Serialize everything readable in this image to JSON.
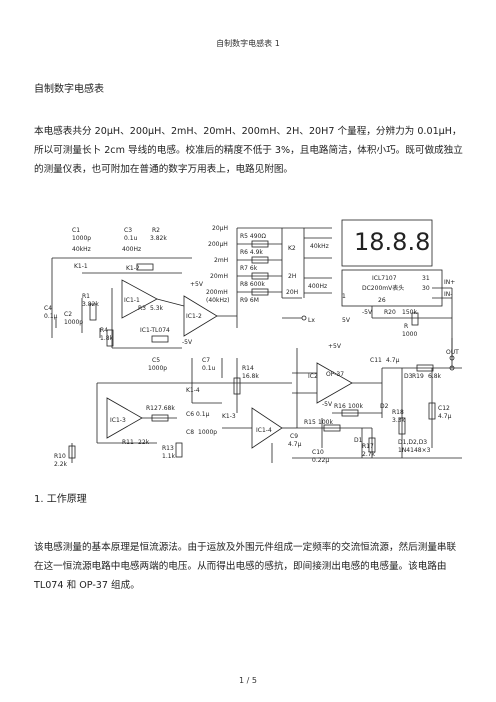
{
  "header": {
    "title": "自制数字电感表 1"
  },
  "heading": "自制数字电感表",
  "intro": "本电感表共分 20μH、200μH、2mH、20mH、200mH、2H、20H7 个量程，分辨力为 0.01μH，所以可测量长卜 2cm 导线的电感。校准后的精度不低于 3%，且电路简洁，体积小巧。既可做成独立的测量仪表，也可附加在普通的数字万用表上，电路见附图。",
  "schematic": {
    "display": "18.8.8",
    "labels": {
      "c1": "C1",
      "c1v": "1000p",
      "c3": "C3",
      "c3v": "0.1u",
      "r2": "R2",
      "r2v": "3.82k",
      "k1_1": "K1-1",
      "f40k": "40kHz",
      "f400": "400Hz",
      "k1_2": "K1-2",
      "r1": "R1",
      "r1v": "3.82k",
      "c4": "C4",
      "c4v": "0.1μ",
      "c2": "C2",
      "c2v": "1000p",
      "r4": "R4",
      "r4v": "1.8k",
      "ic1_1": "IC1-1",
      "r3": "R3",
      "r3v": "5.3k",
      "ic1_tl": "IC1-TL074",
      "plus5": "+5V",
      "ic1_2": "IC1-2",
      "minus5": "-5V",
      "r5": "R5 490Ω",
      "r6": "R6 4.9k",
      "r7": "R7 6k",
      "r8": "R8 600k",
      "r9": "R9 6M",
      "k2": "K2",
      "r20uh": "20μH",
      "r200uh": "200μH",
      "r2mh": "2mH",
      "r20mh": "20mH",
      "r200mh": "200mH",
      "r40k": "(40kHz)",
      "r2h": "2H",
      "r20h": "20H",
      "f40k2": "40kHz",
      "f4002": "400Hz",
      "lx": "Lx",
      "icl": "ICL7107",
      "dc": "DC200mV表头",
      "p31": "31",
      "p30": "30",
      "p1": "1",
      "p26": "26",
      "in_plus": "IN+",
      "in_minus": "IN-",
      "min5": "-5V",
      "r20": "R20",
      "r20v": "150k",
      "plus5b": "5V",
      "r": "R",
      "rv": "1000",
      "out": "OUT",
      "c5": "C5",
      "c5v": "1000p",
      "c7": "C7",
      "c7v": "0.1u",
      "r14": "R14",
      "r14v": "16.8k",
      "k1_4": "K1-4",
      "ic1_3": "IC1-3",
      "r12": "R12",
      "r12v": "7.68k",
      "c6": "C6",
      "c6v": "0.1μ",
      "c8": "C8",
      "c8v": "1000p",
      "k1_3": "K1-3",
      "ic1_4": "IC1-4",
      "r11": "R11",
      "r11v": "22k",
      "r13": "R13",
      "r13v": "1.1k",
      "r10": "R10",
      "r10v": "2.2k",
      "ic2": "IC2",
      "op37": "OP-37",
      "plus5c": "+5V",
      "minus5c": "-5V",
      "r16": "R16",
      "r16v": "100k",
      "r15": "R15",
      "r15v": "100k",
      "c9": "C9",
      "c9v": "4.7μ",
      "c10": "C10",
      "c10v": "0.22μ",
      "d1": "D1",
      "d2": "D2",
      "d3": "D3",
      "c11": "C11",
      "c11v": "4.7μ",
      "r19": "R19",
      "r19v": "6.8k",
      "r18": "R18",
      "r18v": "3.3k",
      "c12": "C12",
      "c12v": "4.7μ",
      "r17": "R17",
      "r17v": "2.7k",
      "d123": "D1,D2,D3",
      "d_part": "1N4148×3"
    }
  },
  "section1": "1. 工作原理",
  "principle": "该电感测量的基本原理是恒流源法。由于运放及外围元件组成一定频率的交流恒流源，然后测量串联在这一恒流源电路中电感两端的电压。从而得出电感的感抗，即间接测出电感的电感量。该电路由 TL074 和 OP-37 组成。",
  "footer": {
    "page": "1 / 5"
  }
}
